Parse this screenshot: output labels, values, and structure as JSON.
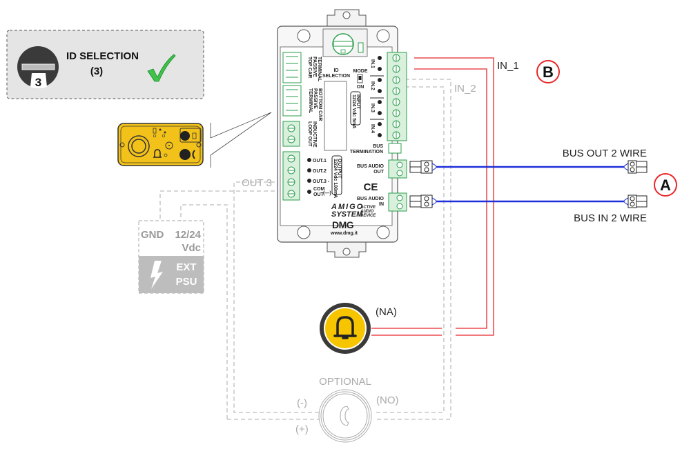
{
  "id_callout": {
    "title": "ID SELECTION",
    "value": "(3)",
    "dial_number": "3",
    "status_icon": "checkmark-icon",
    "check_color": "#3ec24a"
  },
  "device": {
    "brand_line1": "AMIGO",
    "brand_line2": "SYSTEM",
    "tagline1": "ACTIVE",
    "tagline2": "AUDIO",
    "tagline3": "DEVICE",
    "logo": "DMG",
    "website": "www.dmg.it",
    "ce_mark": "CE",
    "labels": {
      "id_selection_1": "ID",
      "id_selection_2": "SELECTION",
      "mode": "MODE",
      "on": "ON",
      "input_1": "INPUT",
      "input_2": "12/24 Vdc 5mA",
      "top_car_1": "TOP CAR",
      "top_car_2": "PASSIVE",
      "top_car_3": "TERMINAL",
      "bottom_car_1": "BOTTOM CAR",
      "bottom_car_2": "PASSIVE",
      "bottom_car_3": "TERMINAL",
      "inductive_1": "INDUCTIVE",
      "inductive_2": "LOOP OUT",
      "in1": "IN.1",
      "in2": "IN.2",
      "in3": "IN.3",
      "in4": "IN.4",
      "bus_term_1": "BUS",
      "bus_term_2": "TERMINATION",
      "out1": "OUT.1",
      "out2": "OUT.2",
      "out3": "OUT.3 -",
      "com_out_1": "COM",
      "com_out_2": "OUT",
      "com_sign": "(—)",
      "output_1": "OUTPUT",
      "output_2": "12/24 Vdc 100mA",
      "bus_audio_out_1": "BUS AUDIO",
      "bus_audio_out_2": "OUT",
      "bus_audio_in_1": "BUS AUDIO",
      "bus_audio_in_2": "IN"
    }
  },
  "wiring": {
    "in1_label": "IN_1",
    "in2_label": "IN_2",
    "out3_label": "OUT 3",
    "bus_out_label": "BUS OUT 2 WIRE",
    "bus_in_label": "BUS IN 2 WIRE",
    "na_label": "(NA)",
    "optional_label": "OPTIONAL",
    "no_label": "(NO)",
    "minus_label": "(-)",
    "plus_label": "(+)",
    "callout_a": "A",
    "callout_b": "B",
    "red_wire_color": "#e8262a",
    "blue_wire_color": "#1f2fdc",
    "gray_dash_color": "#bdbdbd"
  },
  "psu": {
    "gnd": "GND",
    "voltage_1": "12/24",
    "voltage_2": "Vdc",
    "ext": "EXT",
    "psu": "PSU",
    "icon": "lightning-icon"
  }
}
